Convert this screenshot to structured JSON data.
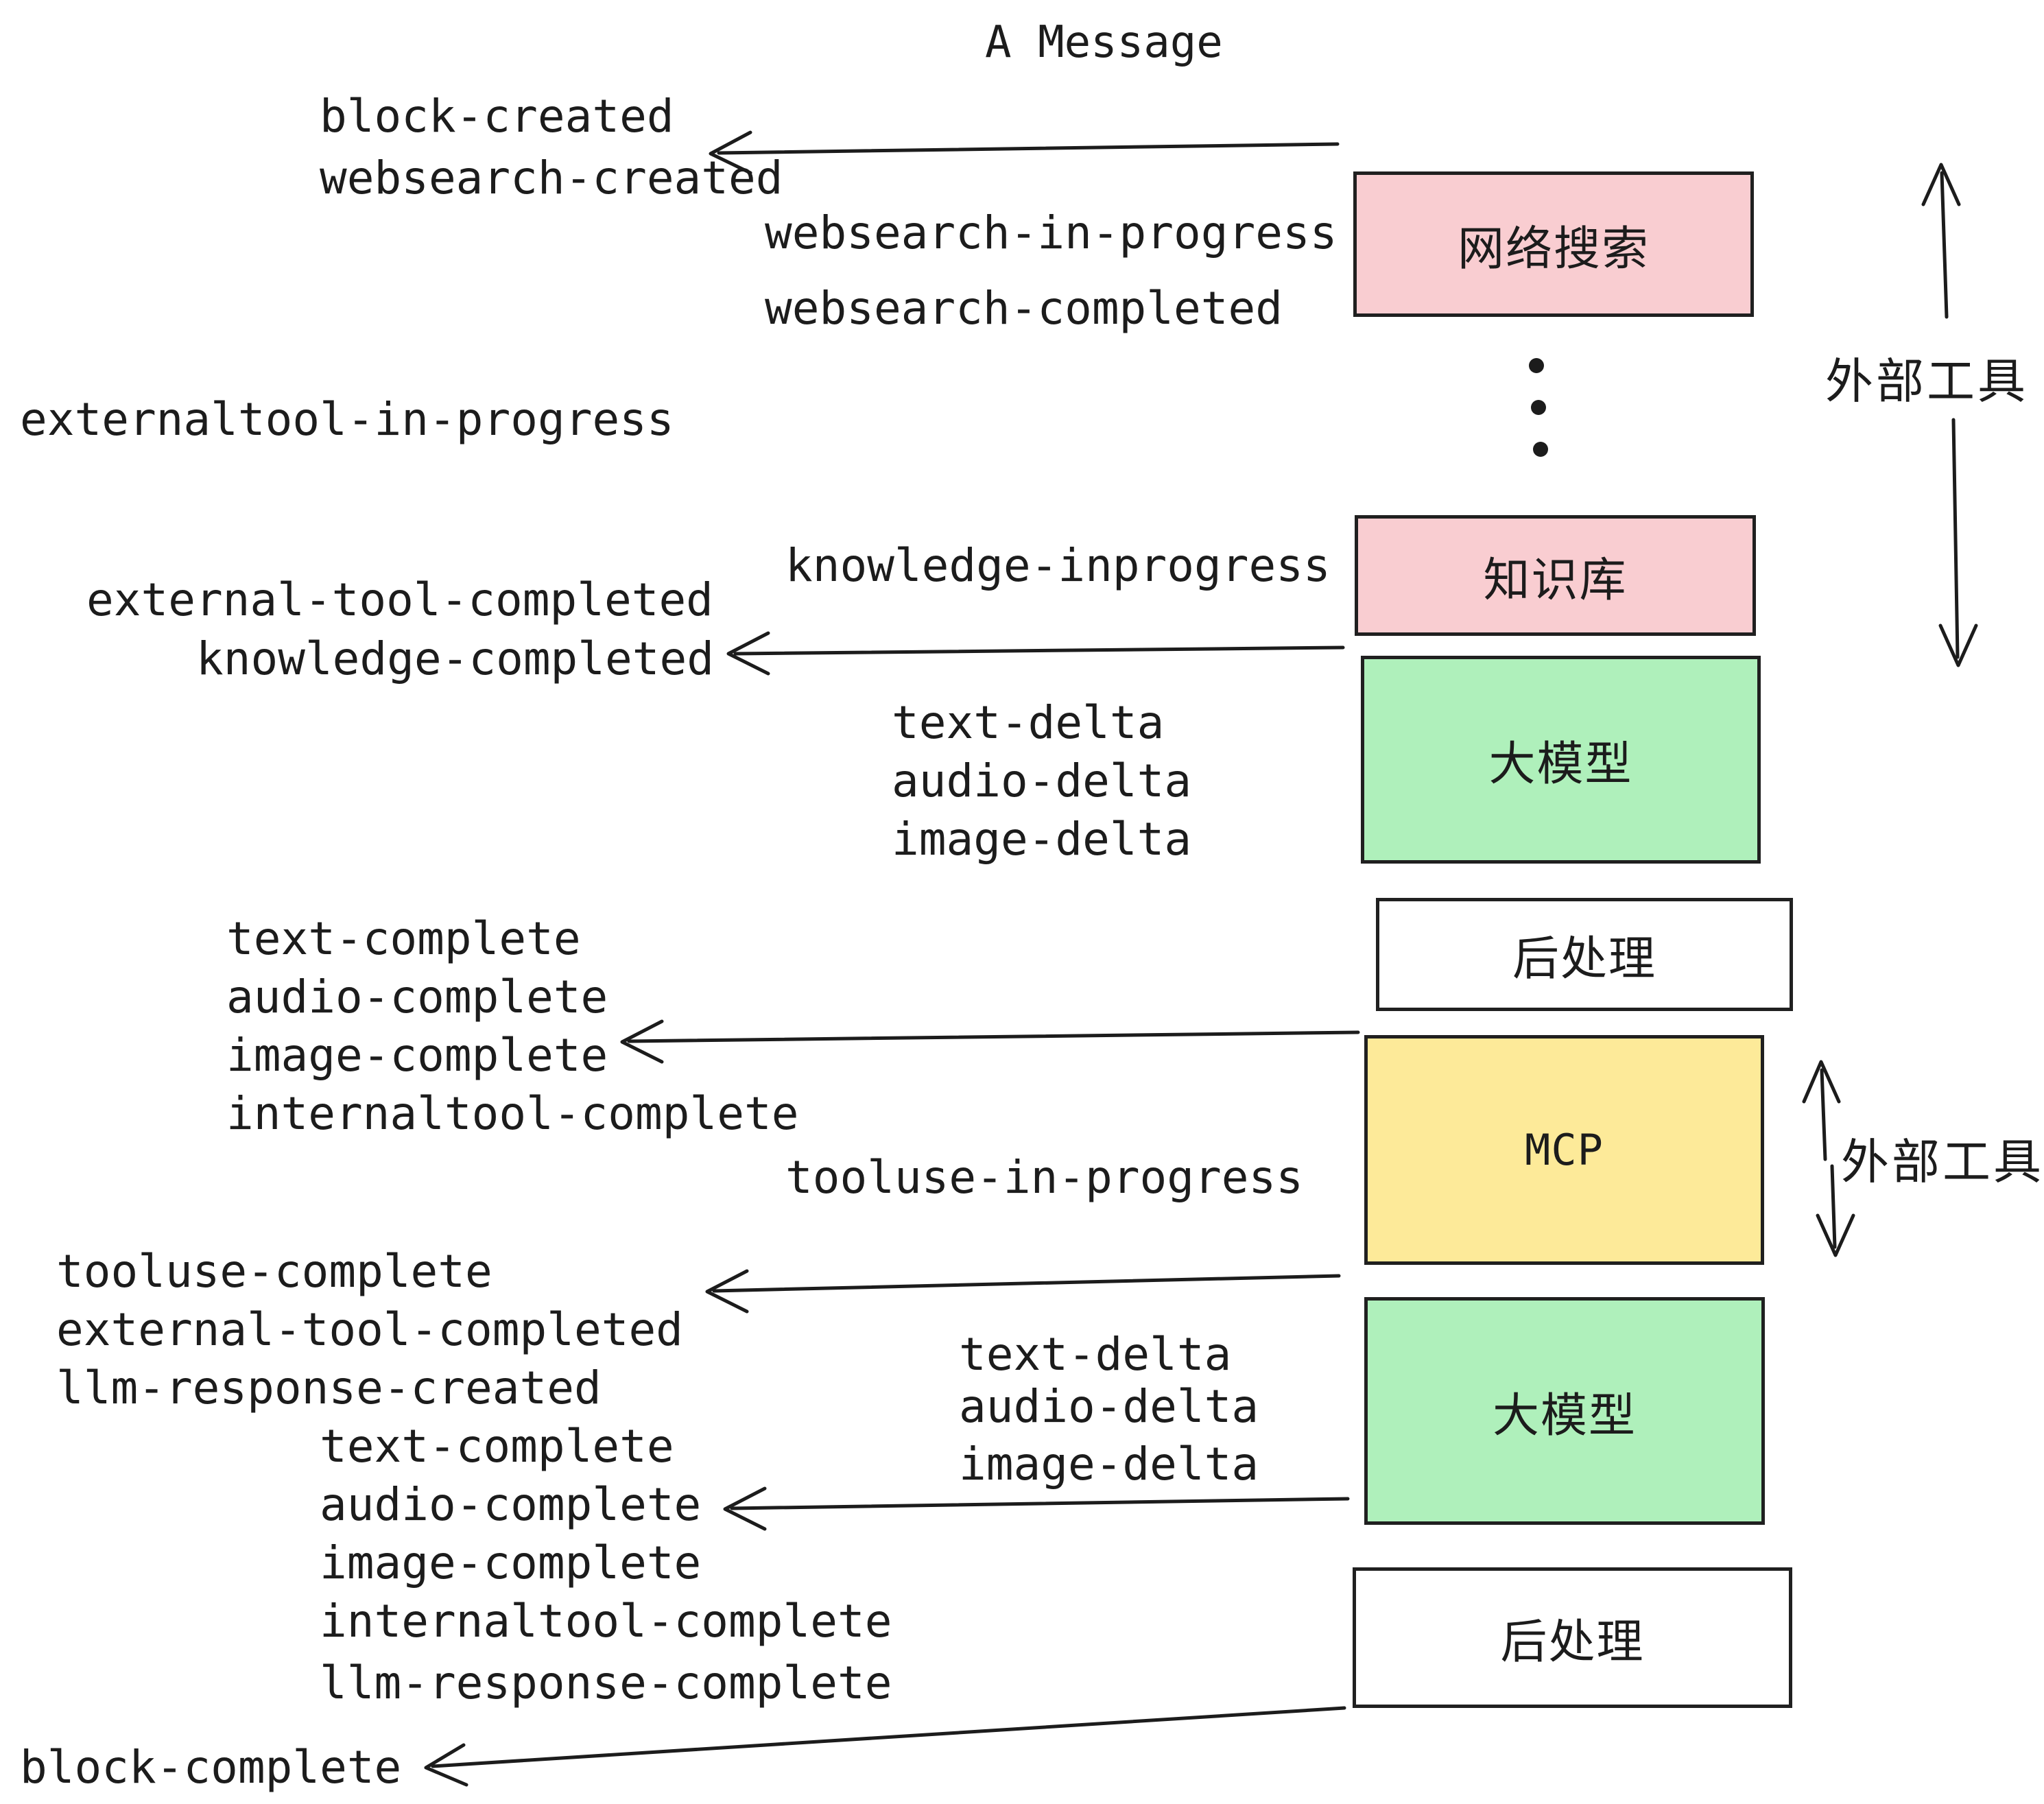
{
  "title": "A Message",
  "colors": {
    "box_pink": "#f9cdd1",
    "box_green": "#aff0bb",
    "box_yellow": "#fdea99",
    "box_white": "#ffffff",
    "ink": "#1c1c1c",
    "background": "#ffffff"
  },
  "boxes": [
    {
      "id": "websearch",
      "label": "网络搜索",
      "color": "#f9cdd1"
    },
    {
      "id": "knowledge",
      "label": "知识库",
      "color": "#f9cdd1"
    },
    {
      "id": "llm-1",
      "label": "大模型",
      "color": "#aff0bb"
    },
    {
      "id": "post-1",
      "label": "后处理",
      "color": "#ffffff"
    },
    {
      "id": "mcp",
      "label": "MCP",
      "color": "#fdea99"
    },
    {
      "id": "llm-2",
      "label": "大模型",
      "color": "#aff0bb"
    },
    {
      "id": "post-2",
      "label": "后处理",
      "color": "#ffffff"
    }
  ],
  "side_labels": [
    {
      "text": "外部工具"
    },
    {
      "text": "外部工具"
    }
  ],
  "events": [
    "block-created",
    "websearch-created",
    "websearch-in-progress",
    "websearch-completed",
    "externaltool-in-progress",
    "knowledge-inprogress",
    "external-tool-completed",
    "knowledge-completed",
    "text-delta",
    "audio-delta",
    "image-delta",
    "text-complete",
    "audio-complete",
    "image-complete",
    "internaltool-complete",
    "tooluse-in-progress",
    "tooluse-complete",
    "external-tool-completed",
    "llm-response-created",
    "text-complete",
    "audio-complete",
    "image-complete",
    "internaltool-complete",
    "llm-response-complete",
    "block-complete",
    "text-delta",
    "audio-delta",
    "image-delta"
  ]
}
